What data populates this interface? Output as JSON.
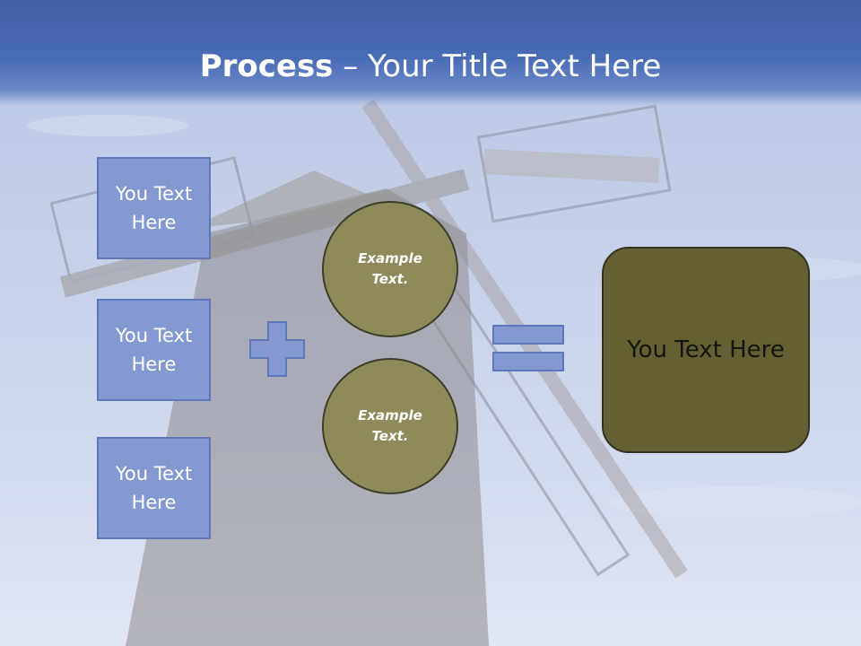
{
  "slide": {
    "title_bold": "Process",
    "title_rest": " – Your Title Text Here"
  },
  "left_boxes": [
    {
      "label": "You Text Here"
    },
    {
      "label": "You Text Here"
    },
    {
      "label": "You Text Here"
    }
  ],
  "circles": [
    {
      "label": "Example Text."
    },
    {
      "label": "Example Text."
    }
  ],
  "operators": {
    "plus": "plus-icon",
    "equals": "equals-icon"
  },
  "result_box": {
    "label": "You Text Here"
  },
  "colors": {
    "header": "#4a6cb5",
    "text_box_fill": "#8499d1",
    "circle_fill": "#8f8a5a",
    "result_fill": "#646033",
    "operator_fill": "#8499d1"
  }
}
